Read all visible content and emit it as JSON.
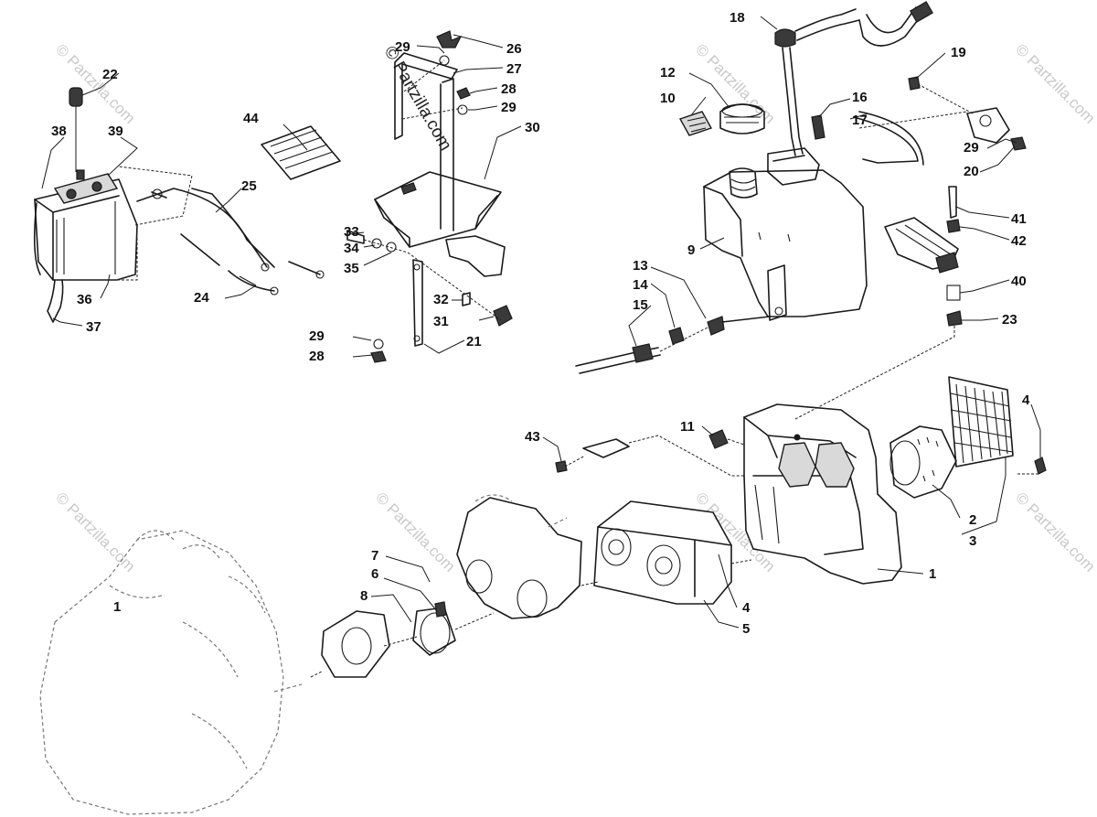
{
  "watermark": {
    "text": "© Partzilla.com",
    "center_text": "© Partzilla.com"
  },
  "callouts": [
    "1",
    "1",
    "2",
    "3",
    "4",
    "4",
    "5",
    "6",
    "7",
    "8",
    "9",
    "10",
    "11",
    "12",
    "13",
    "14",
    "15",
    "16",
    "17",
    "18",
    "19",
    "20",
    "21",
    "22",
    "23",
    "24",
    "25",
    "26",
    "27",
    "28",
    "28",
    "29",
    "29",
    "29",
    "29",
    "30",
    "31",
    "32",
    "33",
    "34",
    "35",
    "36",
    "37",
    "38",
    "39",
    "40",
    "41",
    "42",
    "43",
    "44"
  ]
}
